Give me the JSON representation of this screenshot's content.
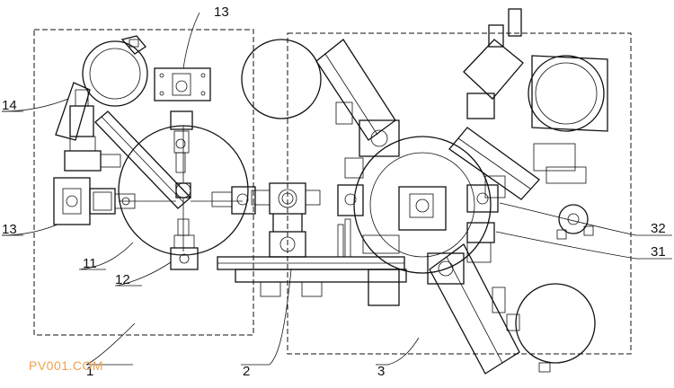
{
  "labels": {
    "l1": "1",
    "l2": "2",
    "l3": "3",
    "l11": "11",
    "l12": "12",
    "l13a": "13",
    "l13b": "13",
    "l14": "14",
    "l31": "31",
    "l32": "32"
  },
  "watermark": "PV001.COM"
}
